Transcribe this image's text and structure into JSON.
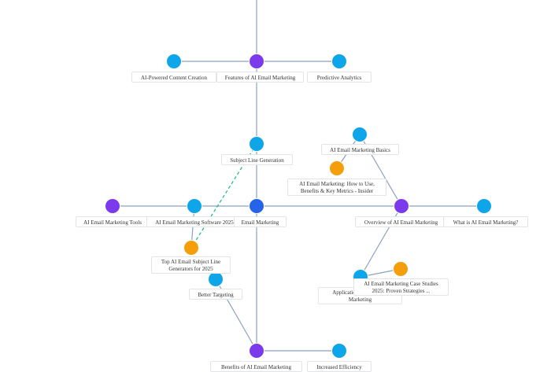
{
  "colors": {
    "blue": "#0ea5e9",
    "purple": "#7c3aed",
    "orange": "#f59e0b",
    "center": "#2563eb",
    "edge": "#8aa2bd",
    "dashed": "#10b981"
  },
  "nodes": [
    {
      "id": "features",
      "label": "Features of AI Email Marketing",
      "color": "purple"
    },
    {
      "id": "content",
      "label": "AI-Powered Content Creation",
      "color": "blue"
    },
    {
      "id": "predictive",
      "label": "Predictive Analytics",
      "color": "blue"
    },
    {
      "id": "subject",
      "label": "Subject Line Generation",
      "color": "blue"
    },
    {
      "id": "basics",
      "label": "AI Email Marketing Basics",
      "color": "blue"
    },
    {
      "id": "insider",
      "label": "AI Email Marketing: How to Use, Benefits & Key Metrics - Insider",
      "color": "orange"
    },
    {
      "id": "tools",
      "label": "AI Email Marketing Tools",
      "color": "purple"
    },
    {
      "id": "software",
      "label": "AI Email Marketing Software 2025",
      "color": "blue"
    },
    {
      "id": "center",
      "label": "Email Marketing",
      "color": "center"
    },
    {
      "id": "overview",
      "label": "Overview of AI Email Marketing",
      "color": "purple"
    },
    {
      "id": "whatis",
      "label": "What is AI Email Marketing?",
      "color": "blue"
    },
    {
      "id": "toptools",
      "label": "Top AI Email Subject Line Generators for 2025",
      "color": "orange"
    },
    {
      "id": "targeting",
      "label": "Better Targeting",
      "color": "blue"
    },
    {
      "id": "applications",
      "label": "Applications of AI Email Marketing",
      "color": "blue"
    },
    {
      "id": "cases",
      "label": "AI Email Marketing Case Studies 2025: Proven Strategies ...",
      "color": "orange"
    },
    {
      "id": "benefits",
      "label": "Benefits of AI Email Marketing",
      "color": "purple"
    },
    {
      "id": "efficiency",
      "label": "Increased Efficiency",
      "color": "blue"
    }
  ],
  "edges": [
    {
      "from": "features",
      "to": "top"
    },
    {
      "from": "features",
      "to": "content"
    },
    {
      "from": "features",
      "to": "predictive"
    },
    {
      "from": "features",
      "to": "subject"
    },
    {
      "from": "subject",
      "to": "center"
    },
    {
      "from": "center",
      "to": "benefits"
    },
    {
      "from": "center",
      "to": "software"
    },
    {
      "from": "software",
      "to": "tools"
    },
    {
      "from": "software",
      "to": "toptools"
    },
    {
      "from": "center",
      "to": "overview"
    },
    {
      "from": "overview",
      "to": "whatis"
    },
    {
      "from": "overview",
      "to": "basics"
    },
    {
      "from": "basics",
      "to": "insider"
    },
    {
      "from": "overview",
      "to": "applications"
    },
    {
      "from": "applications",
      "to": "cases"
    },
    {
      "from": "benefits",
      "to": "efficiency"
    },
    {
      "from": "benefits",
      "to": "targeting"
    },
    {
      "from": "subject",
      "to": "toptools",
      "style": "dashed"
    }
  ]
}
